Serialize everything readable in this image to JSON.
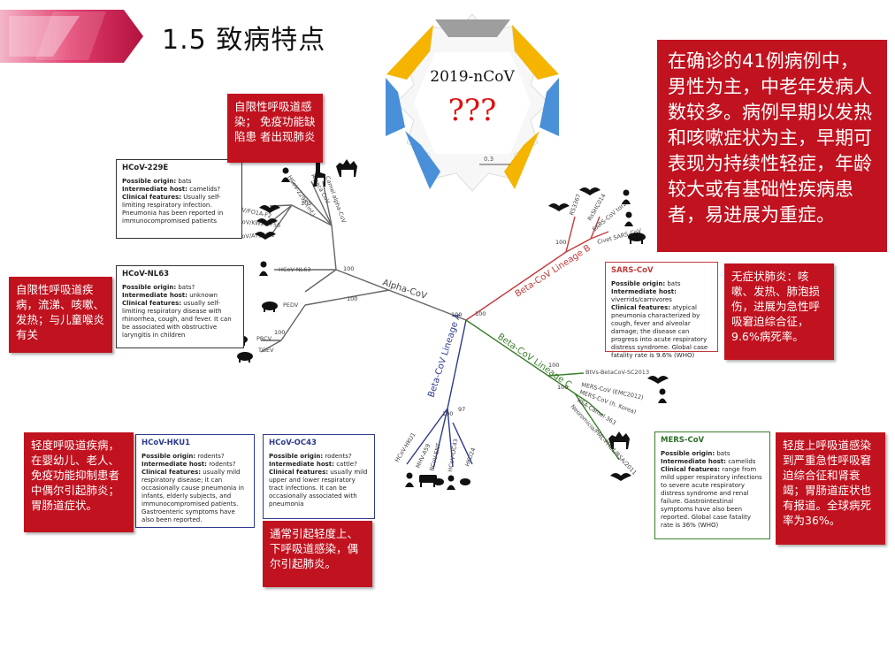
{
  "slide": {
    "title": "1.5  致病特点",
    "center": {
      "label": "2019-nCoV",
      "question": "???",
      "scale": "0.3"
    }
  },
  "big_note": "在确诊的41例病例中，男性为主，中老年发病人数较多。病例早期以发热和咳嗽症状为主，早期可表现为持续性轻症，年龄较大或有基础性疾病患者，易进展为重症。",
  "notes": {
    "n229e": "自限性呼吸道感染； 免疫功能缺陷患 者出现肺炎",
    "nl63": "自限性呼吸道疾病，流涕、咳嗽、发热；与儿童喉炎有关",
    "hku1": "轻度呼吸道疾病，在婴幼儿、老人、免疫功能抑制患者中偶尔引起肺炎；胃肠道症状。",
    "oc43": "通常引起轻度上、下呼吸道感染，偶尔引起肺炎。",
    "sars": "无症状肺炎：咳嗽、发热、肺泡损伤，进展为急性呼吸窘迫综合征，9.6%病死率。",
    "mers": "轻度上呼吸道感染到严重急性呼吸窘迫综合征和肾衰竭；胃肠道症状也有报道。全球病死率为36%。"
  },
  "info_boxes": {
    "b229e": {
      "name": "HCoV-229E",
      "origin_label": "Possible origin:",
      "origin": "bats",
      "host_label": "Intermediate host:",
      "host": "camelids?",
      "clin_label": "Clinical features:",
      "clin": "Usually self-limiting respiratory infection. Pneumonia has been reported in immunocompromised patients"
    },
    "bnl63": {
      "name": "HCoV-NL63",
      "origin_label": "Possible origin:",
      "origin": "bats?",
      "host_label": "Intermediate host:",
      "host": "unknown",
      "clin_label": "Clinical features:",
      "clin": "usually self-limiting respiratory disease with rhinorrhea, cough, and fever. It can be associated with obstructive laryngitis in children"
    },
    "bhku1": {
      "name": "HCoV-HKU1",
      "origin_label": "Possible origin:",
      "origin": "rodents?",
      "host_label": "Intermediate host:",
      "host": "rodents?",
      "clin_label": "Clinical features:",
      "clin": "usually mild respiratory disease; it can occasionally cause pneumonia in infants, elderly subjects, and immunocompromised patients. Gastroenteric symptoms have also been reported."
    },
    "boc43": {
      "name": "HCoV-OC43",
      "origin_label": "Possible origin:",
      "origin": "rodents?",
      "host_label": "Intermediate host:",
      "host": "cattle?",
      "clin_label": "Clinical features:",
      "clin": "usually mild upper and lower respiratory tract infections. It can be occasionally associated with pneumonia"
    },
    "bsars": {
      "name": "SARS-CoV",
      "origin_label": "Possible origin:",
      "origin": "bats",
      "host_label": "Intermediate host:",
      "host": "viverrids/carnivores",
      "clin_label": "Clinical features:",
      "clin": "atypical pneumonia characterized by cough, fever and alveolar damage; the disease can progress into acute respiratory distress syndrome. Global case fatality rate is 9.6% (WHO)"
    },
    "bmers": {
      "name": "MERS-CoV",
      "origin_label": "Possible origin:",
      "origin": "bats",
      "host_label": "Intermediate host:",
      "host": "camelids",
      "clin_label": "Clinical features:",
      "clin": "range from mild upper respiratory infections to severe acute respiratory distress syndrome and renal failure. Gastrointestinal symptoms have also been reported. Global case fatality rate is 36% (WHO)"
    }
  },
  "tree": {
    "clades": {
      "alpha": "Alpha-CoV",
      "betaA": "Beta-CoV Lineage A",
      "betaB": "Beta-CoV Lineage B",
      "betaC": "Beta-CoV Lineage C"
    },
    "leaves": {
      "hcov229e": "HCoV-229E (inf.)",
      "alpaca": "Alpaca CoV",
      "camel_alpha": "Camel alpha-CoV",
      "btcov_fs": "BtCoV/FO1A-F2",
      "btcov_kw": "BtCoV/KW2E-F56",
      "btcov_at": "BtCoV/AT1A-F1",
      "nl63": "HCoV-NL63",
      "pedv": "PEDV",
      "prcv": "PRCV",
      "tgev": "TGEV",
      "hku1": "HCoV-HKU1",
      "mhv": "MHV-A59",
      "bcov": "BCoV-ENT",
      "oc43": "HCoV-OC43",
      "hku24": "HKU24",
      "rs3367": "RS3367",
      "rsshc014": "RsSHC014",
      "sars_tor2": "SARS-CoV tor2",
      "civet_sars": "Civet SARS-CoV",
      "btvs": "BtVs-BetaCoV-SC2013",
      "mers_emc": "MERS-CoV (EMC2012)",
      "mers_korea": "MERS-CoV (h. Korea)",
      "ksa_camel": "KSA-Camel-363",
      "neoromicia": "Neoromicia/PML-PHE1/RSA/2011"
    },
    "bootstrap": "100",
    "bootstrap_97": "97"
  },
  "colors": {
    "accent_red": "#c1121f",
    "alpha": "#555555",
    "betaA": "#2e3a8c",
    "betaB": "#c23b3b",
    "betaC": "#3a7d2c",
    "star_yellow": "#f4b400",
    "star_blue": "#4a90d9",
    "star_gray": "#9e9e9e"
  },
  "icons": [
    "bat-icon",
    "human-icon",
    "camel-icon",
    "alpaca-icon",
    "pig-icon",
    "cow-icon",
    "mouse-icon",
    "civet-icon"
  ]
}
